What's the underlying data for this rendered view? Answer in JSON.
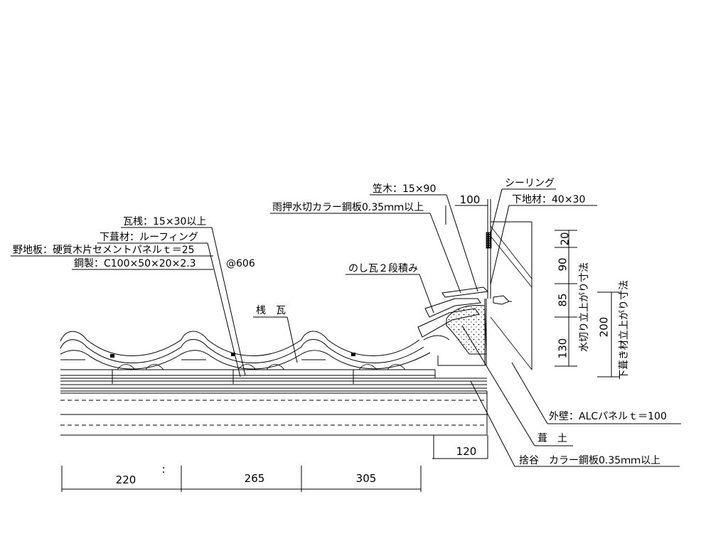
{
  "labels": {
    "kasagi": "笠木：15×90",
    "sealing": "シーリング",
    "amaosae": "雨押水切カラー鋼板0.35ｍｍ以上",
    "shitajizai": "下地材：40×30",
    "kawarasan": "瓦桟：15×30以上",
    "shitabuki": "下葺材：ルーフィング",
    "nojiita": "野地板：硬質木片セメントパネルｔ＝25",
    "kousei": "鋼製：C100×50×20×2.3",
    "pitch": "@606",
    "noshi": "のし瓦２段積み",
    "sangawara": "桟　瓦",
    "gaiheki": "外壁：ALCパネルｔ＝100",
    "fukido": "葺　土",
    "sutetani": "捨谷　カラー鋼板0.35ｍｍ以上",
    "vert_mizukiri": "水切り立上がり寸法",
    "vert_shitabuki": "下葺き材立上がり寸法",
    "colon_mark": ":"
  },
  "dims": {
    "d100": "100",
    "d120": "120",
    "d220": "220",
    "d265": "265",
    "d305": "305",
    "d20": "20",
    "d90": "90",
    "d85": "85",
    "d130": "130",
    "d200": "200"
  }
}
